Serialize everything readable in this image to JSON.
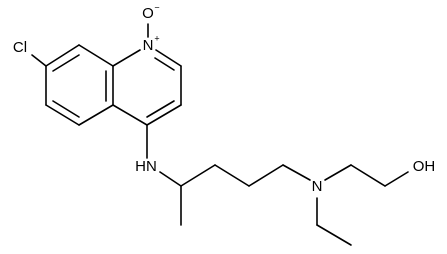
{
  "atoms": {
    "chlorine": "Cl",
    "quinoline_n": "N",
    "quinoline_n_charge": "+",
    "n_oxide": "O",
    "n_oxide_charge": "−",
    "amine_nh": "HN",
    "tertiary_n": "N",
    "hydroxyl": "OH"
  },
  "colors": {
    "bond": "#000000",
    "label": "#000000",
    "background": "#ffffff"
  }
}
